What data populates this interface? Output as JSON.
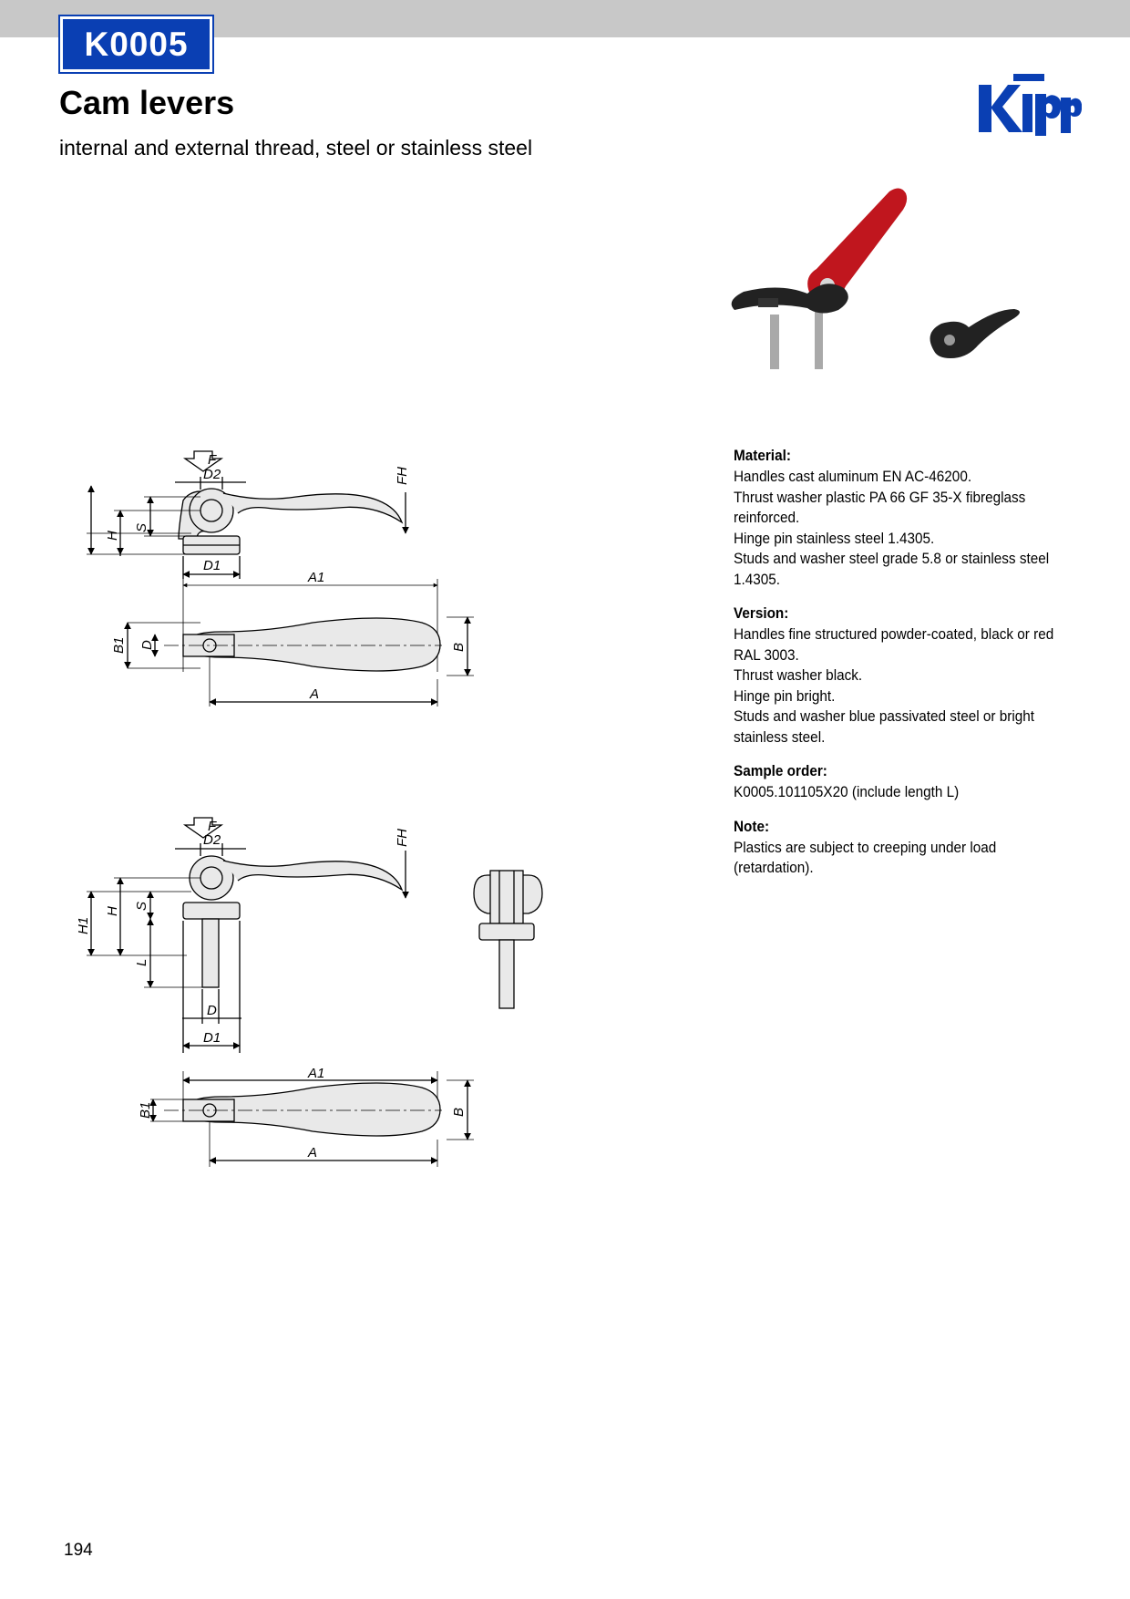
{
  "header": {
    "code": "K0005",
    "title": "Cam levers",
    "subtitle": "internal and external thread, steel or stainless steel"
  },
  "brand": {
    "logo_text": "Kipp",
    "color": "#0a3fb3"
  },
  "drawing_labels": {
    "force": "F",
    "hand_force": "FH",
    "d2": "D2",
    "d1": "D1",
    "d": "D",
    "h1": "H1",
    "h": "H",
    "s": "S",
    "a1": "A1",
    "a": "A",
    "b1": "B1",
    "b": "B",
    "l": "L"
  },
  "specs": {
    "material": {
      "heading": "Material:",
      "lines": [
        "Handles cast aluminum EN AC-46200.",
        "Thrust washer plastic PA 66 GF 35-X fibreglass reinforced.",
        "Hinge pin stainless steel 1.4305.",
        "Studs and washer steel grade 5.8 or stainless steel 1.4305."
      ]
    },
    "version": {
      "heading": "Version:",
      "lines": [
        "Handles fine structured powder-coated, black or red RAL 3003.",
        "Thrust washer black.",
        "Hinge pin bright.",
        "Studs and washer blue passivated steel or bright stainless steel."
      ]
    },
    "sample_order": {
      "heading": "Sample order:",
      "lines": [
        "K0005.101105X20 (include length L)"
      ]
    },
    "note": {
      "heading": "Note:",
      "lines": [
        "Plastics are subject to creeping under load (retardation)."
      ]
    }
  },
  "page_number": "194"
}
